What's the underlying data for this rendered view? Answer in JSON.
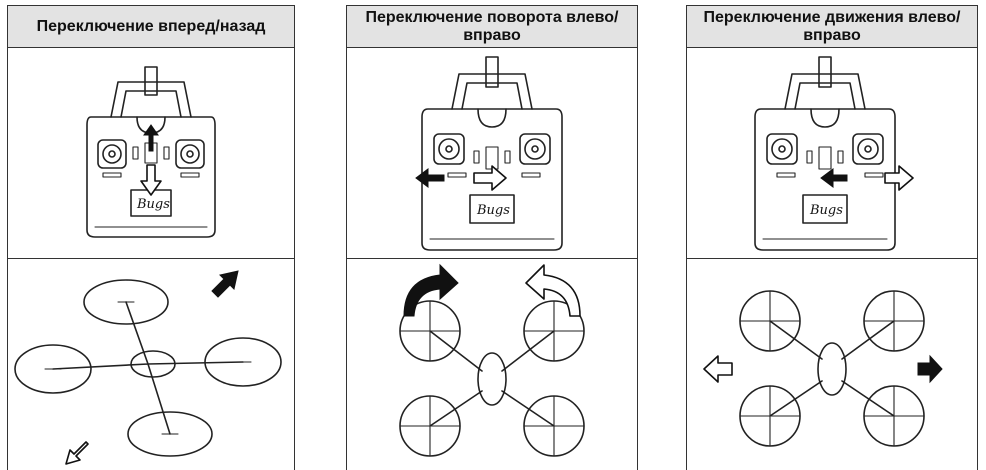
{
  "panels": [
    {
      "title": "Переключение вперед/назад"
    },
    {
      "title": "Переключение поворота влево/вправо"
    },
    {
      "title": "Переключение движения влево/вправо"
    }
  ],
  "remote": {
    "logo": "Bugs"
  },
  "icons": {
    "remote": "remote-controller-icon",
    "quadcopter": "quadcopter-drone-icon",
    "arrow_solid": "solid-arrow-icon",
    "arrow_hollow": "hollow-arrow-icon"
  }
}
